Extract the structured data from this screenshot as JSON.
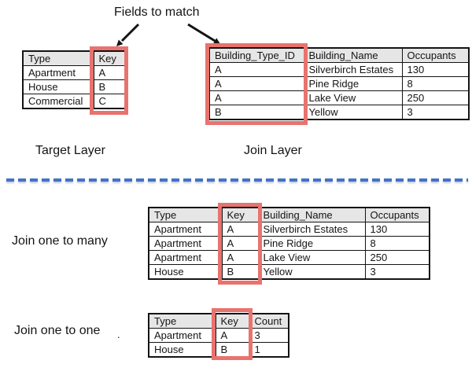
{
  "title": "Fields to match",
  "labels": {
    "target_layer": "Target Layer",
    "join_layer": "Join Layer",
    "join_one_to_many": "Join one to many",
    "join_one_to_one": "Join one to one",
    "stray_dot": "."
  },
  "icons": {
    "arrow_to_target_key": "down-left-arrow",
    "arrow_to_join_key": "down-right-arrow"
  },
  "colors": {
    "highlight_red": "#E8736E",
    "header_gray": "#E7E6E6",
    "divider_blue": "#4472C4",
    "line_black": "#141414"
  },
  "tables": {
    "target": {
      "highlighted_column": "Key",
      "headers": [
        "Type",
        "Key"
      ],
      "rows": [
        [
          "Apartment",
          "A"
        ],
        [
          "House",
          "B"
        ],
        [
          "Commercial",
          "C"
        ]
      ]
    },
    "join": {
      "highlighted_column": "Building_Type_ID",
      "headers": [
        "Building_Type_ID",
        "Building_Name",
        "Occupants"
      ],
      "rows": [
        [
          "A",
          "Silverbirch Estates",
          "130"
        ],
        [
          "A",
          "Pine Ridge",
          "8"
        ],
        [
          "A",
          "Lake View",
          "250"
        ],
        [
          "B",
          "Yellow",
          "3"
        ]
      ]
    },
    "one_to_many": {
      "highlighted_column": "Key",
      "headers": [
        "Type",
        "Key",
        "Building_Name",
        "Occupants"
      ],
      "rows": [
        [
          "Apartment",
          "A",
          "Silverbirch Estates",
          "130"
        ],
        [
          "Apartment",
          "A",
          "Pine Ridge",
          "8"
        ],
        [
          "Apartment",
          "A",
          "Lake View",
          "250"
        ],
        [
          "House",
          "B",
          "Yellow",
          "3"
        ]
      ]
    },
    "one_to_one": {
      "highlighted_column": "Key",
      "headers": [
        "Type",
        "Key",
        "Count"
      ],
      "rows": [
        [
          "Apartment",
          "A",
          "3"
        ],
        [
          "House",
          "B",
          "1"
        ]
      ]
    }
  }
}
